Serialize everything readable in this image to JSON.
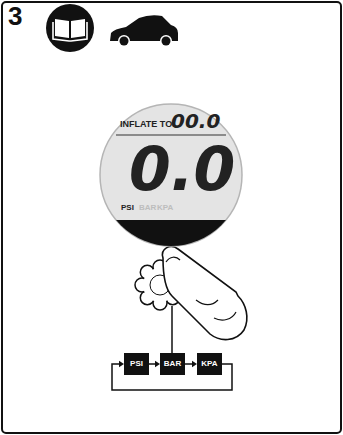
{
  "diagram": {
    "nodes": [
      {
        "text": [
          "INFLATE TO",
          "00.0",
          "0.0",
          "PSI",
          "BAR",
          "KPA"
        ]
      },
      {
        "text": [
          "PSI"
        ]
      },
      {
        "text": [
          "BAR"
        ]
      },
      {
        "text": [
          "KPA"
        ]
      }
    ],
    "edges": [
      {
        "from": 1,
        "to": 2,
        "arrow": "to"
      },
      {
        "from": 2,
        "to": 3,
        "arrow": "to"
      },
      {
        "from": 3,
        "to": 1,
        "arrow": "to"
      }
    ],
    "labels": [
      "3"
    ]
  }
}
